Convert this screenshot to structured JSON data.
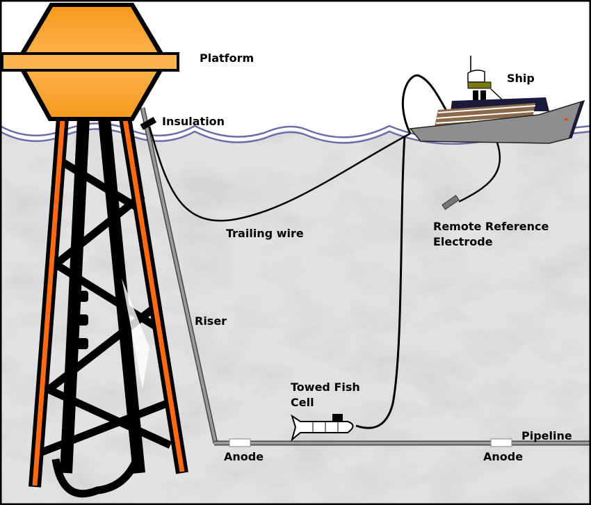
{
  "labels": {
    "platform": "Platform",
    "ship": "Ship",
    "insulation": "Insulation",
    "trailing_wire": "Trailing wire",
    "remote_reference_line1": "Remote Reference",
    "remote_reference_line2": "Electrode",
    "riser": "Riser",
    "towed_fish_line1": "Towed Fish",
    "towed_fish_line2": "Cell",
    "pipeline": "Pipeline",
    "anode_left": "Anode",
    "anode_right": "Anode"
  },
  "colors": {
    "platform_orange": "#f7a030",
    "leg_orange": "#ff6a10",
    "wave_blue": "#6c6ca8",
    "sea_gray": "#dedede",
    "hull_gray": "#8e8e8e",
    "pipe_gray": "#8a8a8a"
  }
}
